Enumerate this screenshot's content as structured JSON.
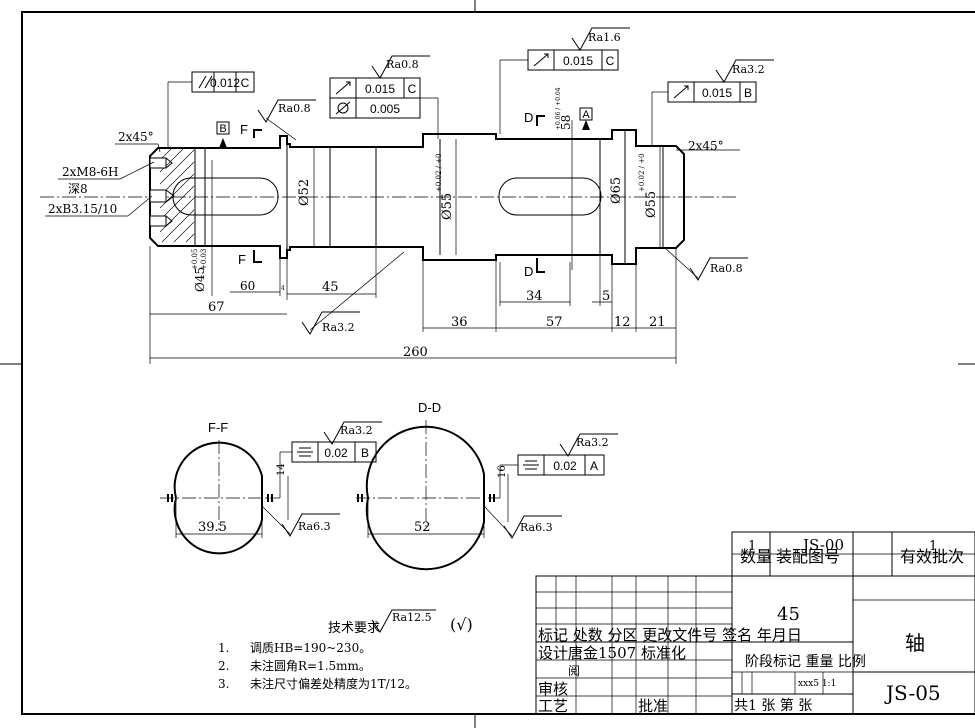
{
  "dimensions": {
    "chamfer_left": "2x45°",
    "chamfer_right": "2x45°",
    "thread": "2xM8-6H",
    "depth": "深8",
    "center_hole": "2xB3.15/10",
    "d45": "Ø45",
    "d45_tol_upper": "+0.05",
    "d45_tol_lower": "+0.03",
    "d52": "Ø52",
    "d55_left": "Ø55",
    "d55_left_tol": "+0.02 / +0",
    "d65": "Ø65",
    "d55_right": "Ø55",
    "d55_right_tol": "+0.02 / +0",
    "key_58": "58",
    "key_58_tol": "+0.06 / +0.04",
    "len_60": "60",
    "len_4": "4",
    "len_45": "45",
    "len_67": "67",
    "len_36": "36",
    "len_57": "57",
    "len_34": "34",
    "len_5": "5",
    "len_12": "12",
    "len_21": "21",
    "len_260": "260",
    "ff_width": "39.5",
    "ff_key": "14",
    "dd_width": "52",
    "dd_key": "16"
  },
  "tolerances": {
    "parallel": {
      "value": "0.012",
      "datum": "C"
    },
    "runout_a": {
      "value": "0.015",
      "datum": "C"
    },
    "cyl": {
      "value": "0.005"
    },
    "runout_b": {
      "value": "0.015",
      "datum": "C"
    },
    "runout_c": {
      "value": "0.015",
      "datum": "B"
    },
    "sym_ff": {
      "value": "0.02",
      "datum": "B"
    },
    "sym_dd": {
      "value": "0.02",
      "datum": "A"
    }
  },
  "roughness": {
    "r08_a": "Ra0.8",
    "r08_b": "Ra0.8",
    "r16": "Ra1.6",
    "r32_top": "Ra3.2",
    "r08_c": "Ra0.8",
    "r32_bottom": "Ra3.2",
    "r32_ff": "Ra3.2",
    "r63_ff": "Ra6.3",
    "r32_dd": "Ra3.2",
    "r63_dd": "Ra6.3",
    "r125": "Ra12.5"
  },
  "datums": {
    "b": "B",
    "a": "A"
  },
  "sections": {
    "f_letter": "F",
    "d_letter": "D",
    "ff_title": "F-F",
    "dd_title": "D-D"
  },
  "notes": {
    "title": "技术要求",
    "check": "(√)",
    "items": [
      {
        "num": "1.",
        "text": "调质HB=190~230。"
      },
      {
        "num": "2.",
        "text": "未注圆角R=1.5mm。"
      },
      {
        "num": "3.",
        "text": "未注尺寸偏差处精度为1T/12。"
      }
    ]
  },
  "title_block": {
    "qty_one": "1",
    "drawing_no_top": "JS-00",
    "qty_one_right": "1",
    "qty_label": "数量",
    "assembly_label": "装配图号",
    "eff_batch": "有效批次",
    "material": "45",
    "part_name": "轴",
    "drawing_no": "JS-05",
    "rev_headers": "标记 处数 分区 更改文件号 签名 年月日",
    "design_row": "设计唐金1507 标准化",
    "review": "阅",
    "check_row": "审核",
    "process": "工艺",
    "approve": "批准",
    "stage_row": "阶段标记 重量 比例",
    "scale_val": "xxx5  1:1",
    "sheet_info": "共1  张  第  张"
  }
}
